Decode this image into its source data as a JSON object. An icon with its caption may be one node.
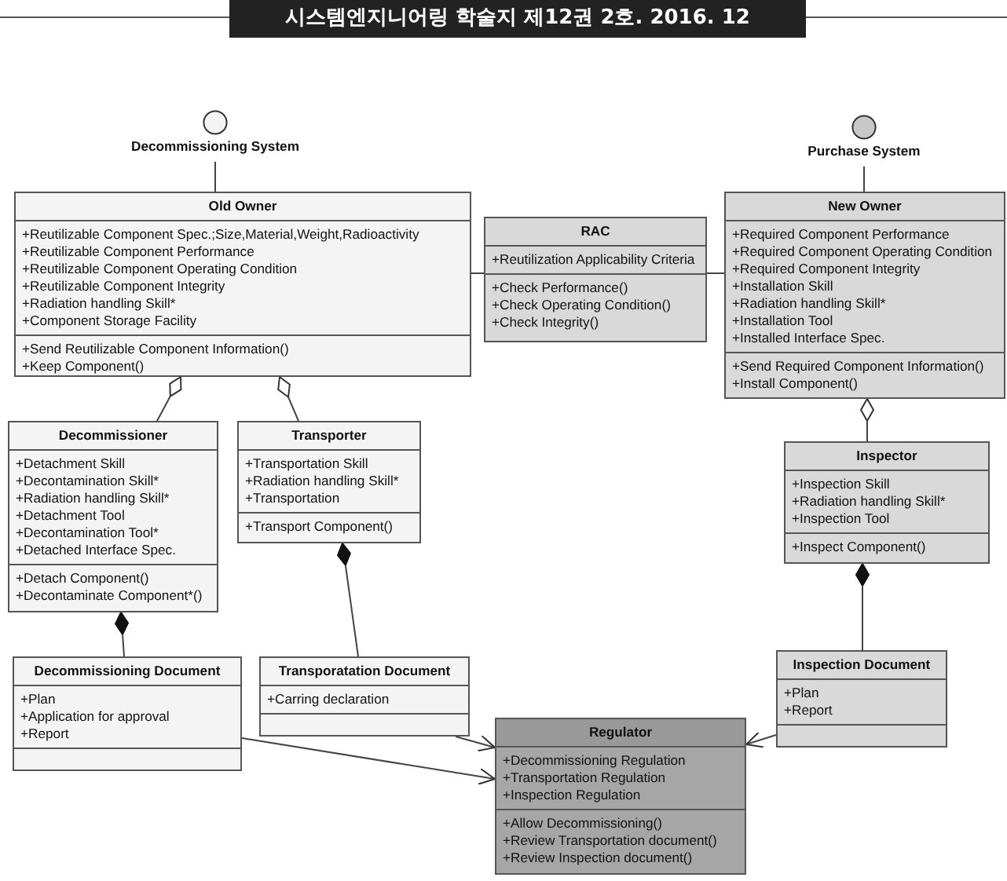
{
  "diagram": {
    "nodes": [
      {
        "text": [],
        "shape": "circle",
        "beside": [
          "Decommissioning System"
        ]
      },
      {
        "text": [],
        "shape": "circle",
        "beside": [
          "Purchase System"
        ]
      },
      {
        "text": [
          "Old Owner",
          "+Reutilizable Component Spec.;Size,Material,Weight,Radioactivity",
          "+Reutilizable Component Performance",
          "+Reutilizable Component Operating Condition",
          "+Reutilizable Component Integrity",
          "+Radiation handling Skill*",
          "+Component Storage Facility",
          "+Send Reutilizable Component Information()",
          "+Keep Component()"
        ]
      },
      {
        "text": [
          "RAC",
          "+Reutilization Applicability Criteria",
          "+Check Performance()",
          "+Check Operating Condition()",
          "+Check Integrity()"
        ]
      },
      {
        "text": [
          "New Owner",
          "+Required Component Performance",
          "+Required Component Operating Condition",
          "+Required Component Integrity",
          "+Installation Skill",
          "+Radiation handling Skill*",
          "+Installation Tool",
          "+Installed Interface Spec.",
          "+Send Required Component Information()",
          "+Install Component()"
        ]
      },
      {
        "text": [
          "Decommissioner",
          "+Detachment Skill",
          "+Decontamination Skill*",
          "+Radiation handling Skill*",
          "+Detachment Tool",
          "+Decontamination Tool*",
          "+Detached Interface Spec.",
          "+Detach Component()",
          "+Decontaminate Component*()"
        ]
      },
      {
        "text": [
          "Transporter",
          "+Transportation Skill",
          "+Radiation handling Skill*",
          "+Transportation",
          "+Transport Component()"
        ]
      },
      {
        "text": [
          "Inspector",
          "+Inspection Skill",
          "+Radiation handling Skill*",
          "+Inspection Tool",
          "+Inspect Component()"
        ]
      },
      {
        "text": [
          "Decommissioning Document",
          "+Plan",
          "+Application for approval",
          "+Report"
        ]
      },
      {
        "text": [
          "Transporatation Document",
          "+Carring declaration"
        ]
      },
      {
        "text": [
          "Inspection Document",
          "+Plan",
          "+Report"
        ]
      },
      {
        "text": [
          "Regulator",
          "+Decommissioning Regulation",
          "+Transportation Regulation",
          "+Inspection Regulation",
          "+Allow Decommissioning()",
          "+Review Transportation document()",
          "+Review Inspection document()"
        ]
      }
    ],
    "edges": [
      {
        "from": 0,
        "to": 2,
        "arrow": "none"
      },
      {
        "from": 1,
        "to": 4,
        "arrow": "none"
      },
      {
        "from": 2,
        "to": 3,
        "arrow": "none"
      },
      {
        "from": 3,
        "to": 4,
        "arrow": "none"
      },
      {
        "from": 2,
        "to": 5,
        "arrow": "other"
      },
      {
        "from": 2,
        "to": 6,
        "arrow": "other"
      },
      {
        "from": 4,
        "to": 7,
        "arrow": "other"
      },
      {
        "from": 5,
        "to": 8,
        "arrow": "other"
      },
      {
        "from": 6,
        "to": 9,
        "arrow": "other"
      },
      {
        "from": 7,
        "to": 10,
        "arrow": "other"
      },
      {
        "from": 8,
        "to": 11,
        "arrow": "to"
      },
      {
        "from": 9,
        "to": 11,
        "arrow": "to"
      },
      {
        "from": 10,
        "to": 11,
        "arrow": "to"
      }
    ],
    "labels": [
      "시스템엔지니어링 학술지 제12권 2호. 2016. 12"
    ]
  }
}
